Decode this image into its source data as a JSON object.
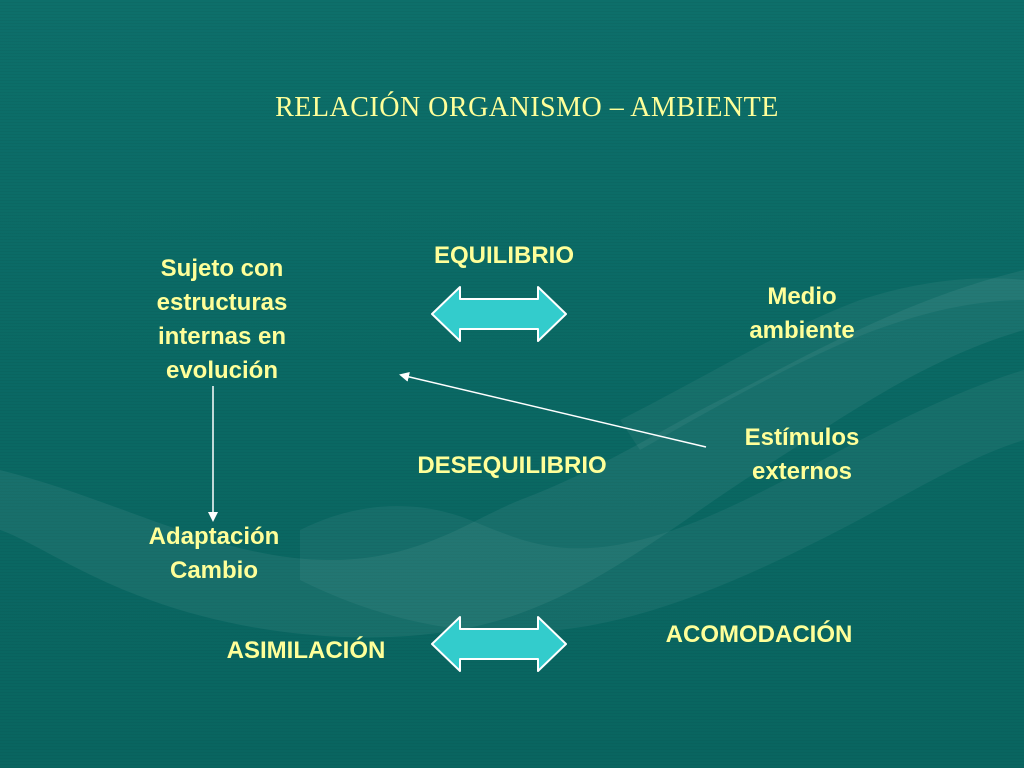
{
  "title": "RELACIÓN ORGANISMO – AMBIENTE",
  "nodes": {
    "equilibrio": "EQUILIBRIO",
    "sujeto": [
      "Sujeto con",
      "estructuras",
      "internas en",
      "evolución"
    ],
    "medio": [
      "Medio",
      "ambiente"
    ],
    "estimulos": [
      "Estímulos",
      "externos"
    ],
    "desequilibrio": "DESEQUILIBRIO",
    "adaptacion": [
      "Adaptación",
      "Cambio"
    ],
    "asimilacion": "ASIMILACIÓN",
    "acomodacion": "ACOMODACIÓN"
  },
  "colors": {
    "background": "#0b6b66",
    "text": "#ffff99",
    "arrow_fill": "#33cccc",
    "arrow_stroke": "#ffffff"
  }
}
